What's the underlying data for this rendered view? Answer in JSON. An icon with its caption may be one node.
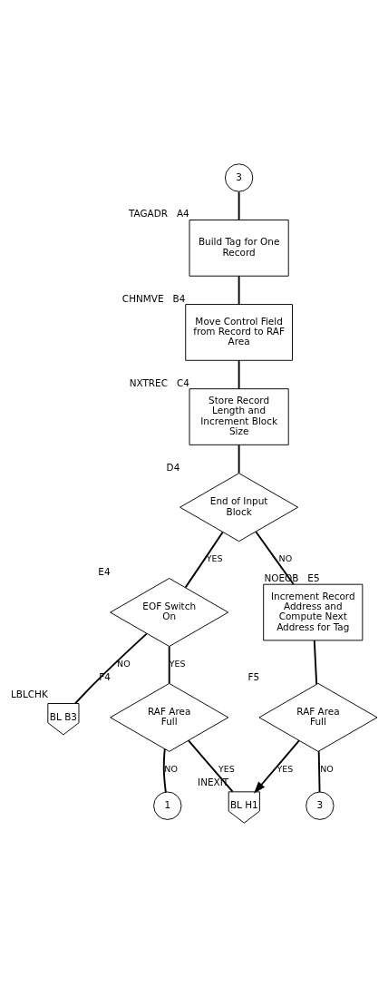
{
  "diagram": {
    "nodes": [
      {
        "text": [
          "3"
        ]
      },
      {
        "text": [
          "Build Tag for One Record"
        ],
        "beside": [
          "TAGADR",
          "A4"
        ]
      },
      {
        "text": [
          "Move Control Field from Record to RAF Area"
        ],
        "beside": [
          "CHNMVE",
          "B4"
        ]
      },
      {
        "text": [
          "Store Record Length and Increment Block Size"
        ],
        "beside": [
          "NXTREC",
          "C4"
        ]
      },
      {
        "text": [
          "End of Input Block"
        ],
        "beside": [
          "D4"
        ]
      },
      {
        "text": [
          "EOF Switch On"
        ],
        "beside": [
          "E4"
        ]
      },
      {
        "text": [
          "BL B3"
        ],
        "beside": [
          "LBLCHK"
        ]
      },
      {
        "text": [
          "Increment Record Address and Compute Next Address for Tag"
        ],
        "beside": [
          "NOEOB",
          "E5"
        ]
      },
      {
        "text": [
          "RAF Area Full"
        ],
        "beside": [
          "F4"
        ]
      },
      {
        "text": [
          "1"
        ]
      },
      {
        "text": [
          "RAF Area Full"
        ],
        "beside": [
          "F5"
        ]
      },
      {
        "text": [
          "3"
        ]
      },
      {
        "text": [
          "BL H1"
        ],
        "beside": [
          "INEXIT"
        ]
      }
    ],
    "edges": [
      {
        "from": 0,
        "to": 1,
        "arrow": "none"
      },
      {
        "from": 1,
        "to": 2,
        "arrow": "none"
      },
      {
        "from": 2,
        "to": 3,
        "arrow": "none"
      },
      {
        "from": 3,
        "to": 4,
        "arrow": "none"
      },
      {
        "from": 4,
        "to": 5,
        "arrow": "none",
        "label": "YES"
      },
      {
        "from": 4,
        "to": 7,
        "arrow": "none",
        "label": "NO"
      },
      {
        "from": 5,
        "to": 6,
        "arrow": "none",
        "label": "NO"
      },
      {
        "from": 5,
        "to": 8,
        "arrow": "none",
        "label": "YES"
      },
      {
        "from": 8,
        "to": 9,
        "arrow": "none",
        "label": "NO"
      },
      {
        "from": 8,
        "to": 12,
        "arrow": "none",
        "label": "YES"
      },
      {
        "from": 7,
        "to": 10,
        "arrow": "none"
      },
      {
        "from": 10,
        "to": 12,
        "arrow": "to",
        "label": "YES"
      },
      {
        "from": 10,
        "to": 11,
        "arrow": "none",
        "label": "NO"
      }
    ]
  }
}
